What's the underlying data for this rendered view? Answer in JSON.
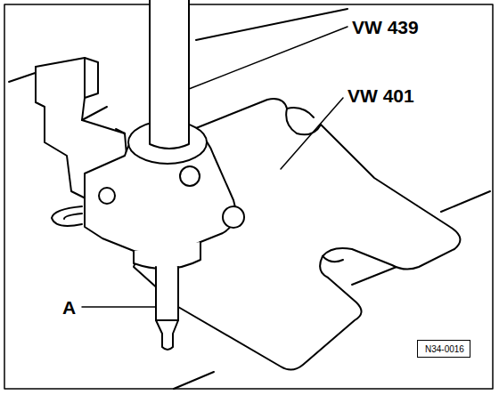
{
  "diagram": {
    "nodes": [
      {
        "text": [
          "N34-0016"
        ]
      }
    ],
    "labels": [
      "VW 439",
      "VW 401",
      "A"
    ]
  }
}
